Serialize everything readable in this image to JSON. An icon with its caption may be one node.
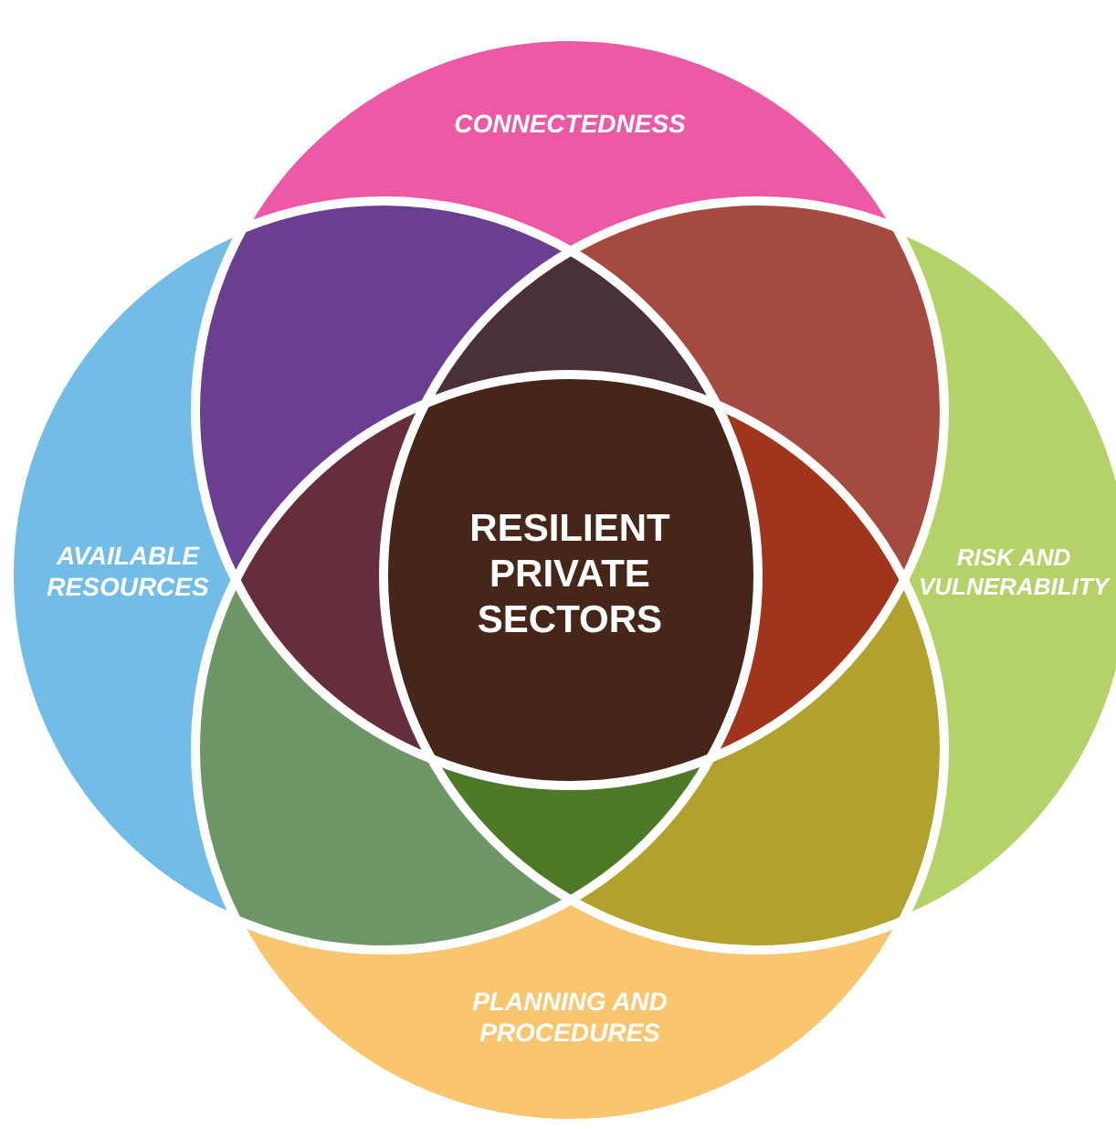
{
  "diagram": {
    "nodes": [
      {
        "text": [
          "CONNECTEDNESS"
        ]
      },
      {
        "text": [
          "AVAILABLE RESOURCES"
        ]
      },
      {
        "text": [
          "RISK AND VULNERABILITY"
        ]
      },
      {
        "text": [
          "PLANNING AND PROCEDURES"
        ]
      },
      {
        "text": [
          "RESILIENT PRIVATE SECTORS"
        ]
      }
    ],
    "edges": []
  }
}
